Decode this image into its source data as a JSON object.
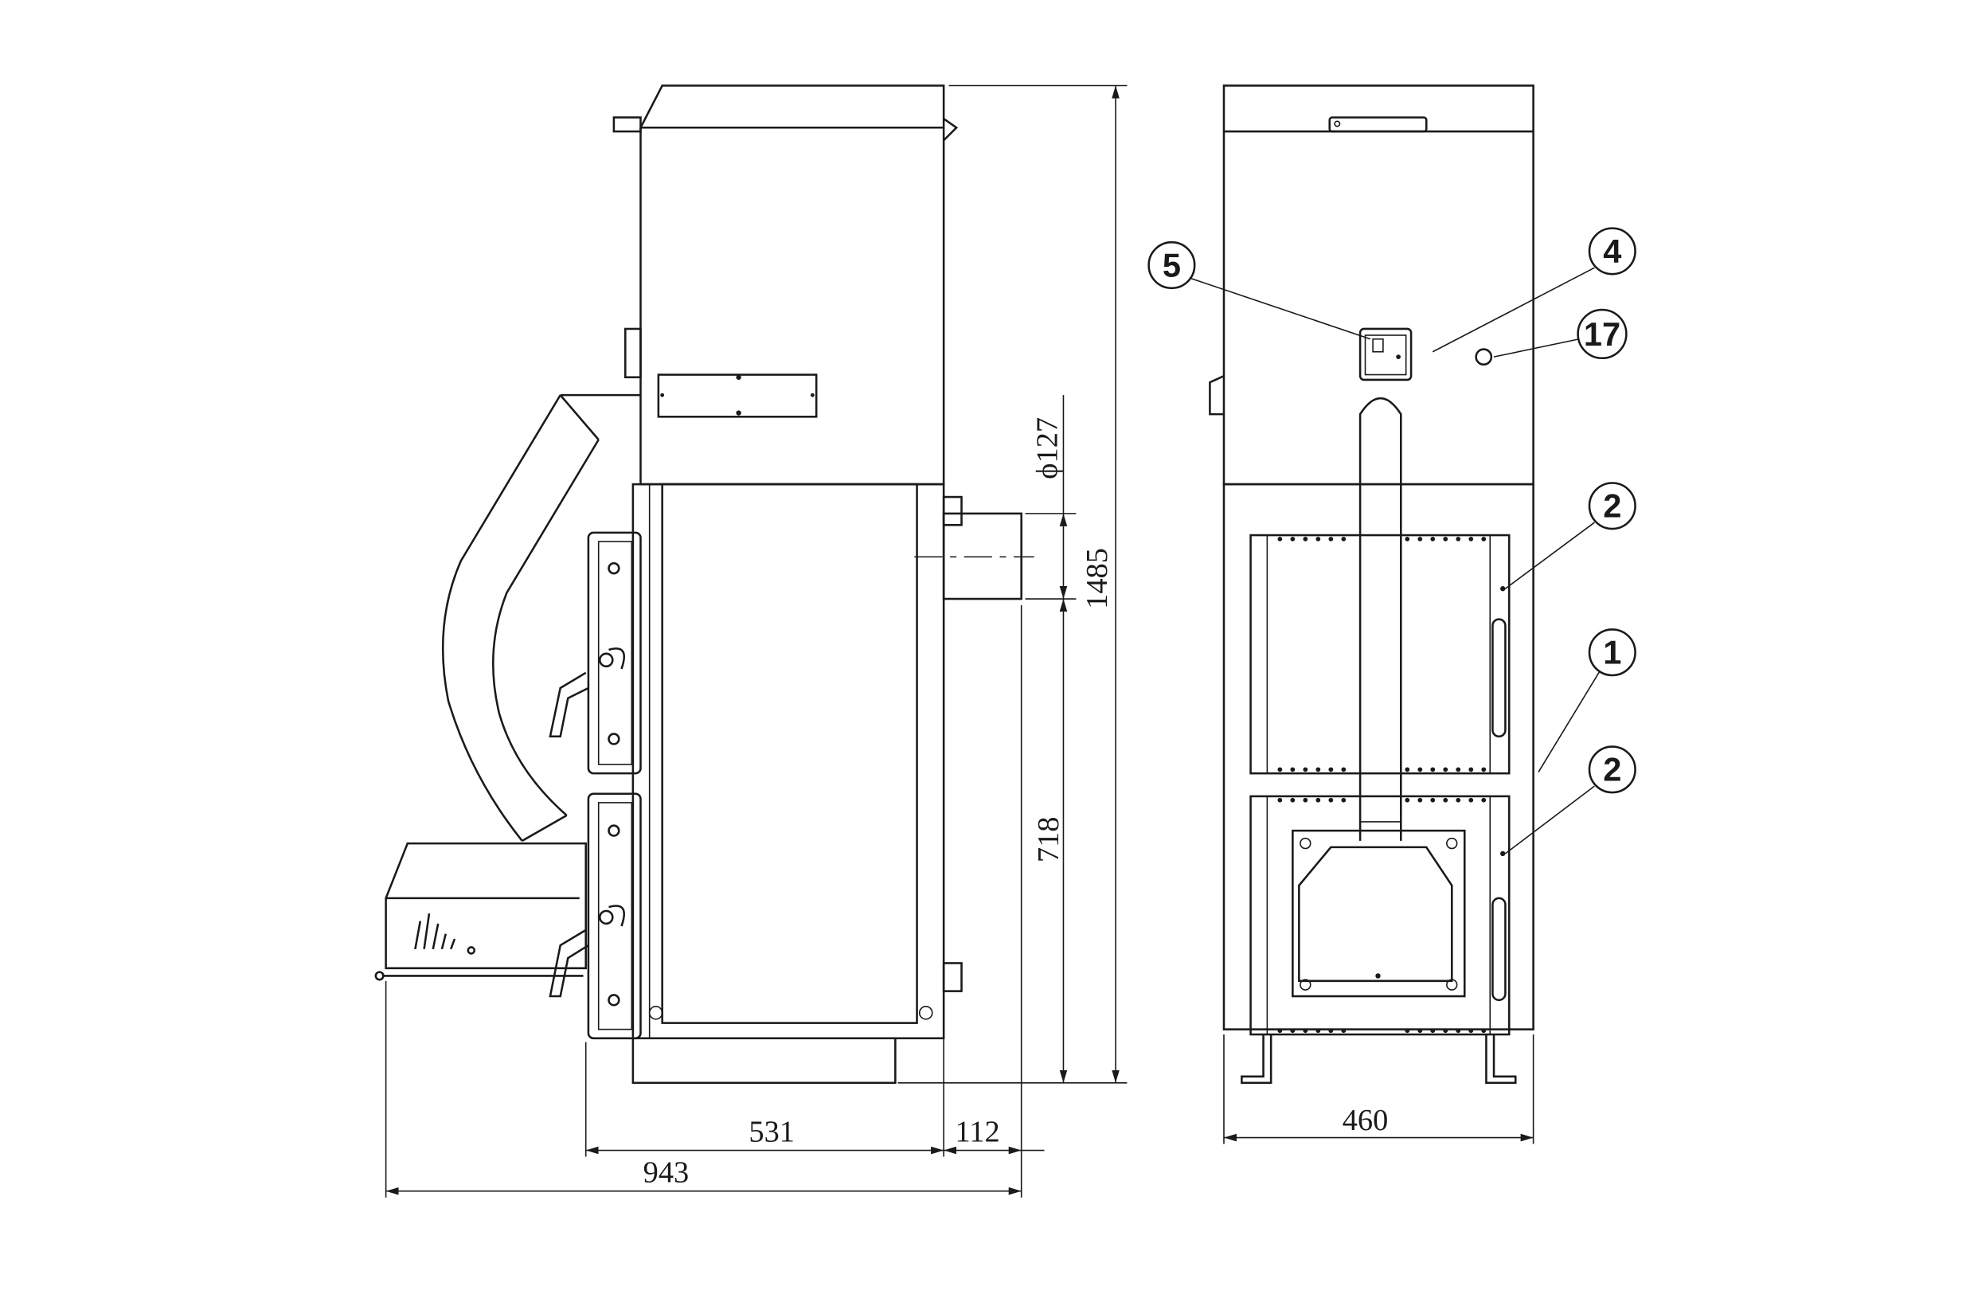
{
  "dimensions": {
    "flue_diameter": "ϕ127",
    "total_height": "1485",
    "flue_height": "718",
    "body_depth": "531",
    "flue_offset": "112",
    "total_depth": "943",
    "width": "460"
  },
  "callouts": [
    "5",
    "4",
    "17",
    "2",
    "1",
    "2"
  ],
  "colors": {
    "line": "#1a1a1a",
    "background": "#ffffff"
  }
}
